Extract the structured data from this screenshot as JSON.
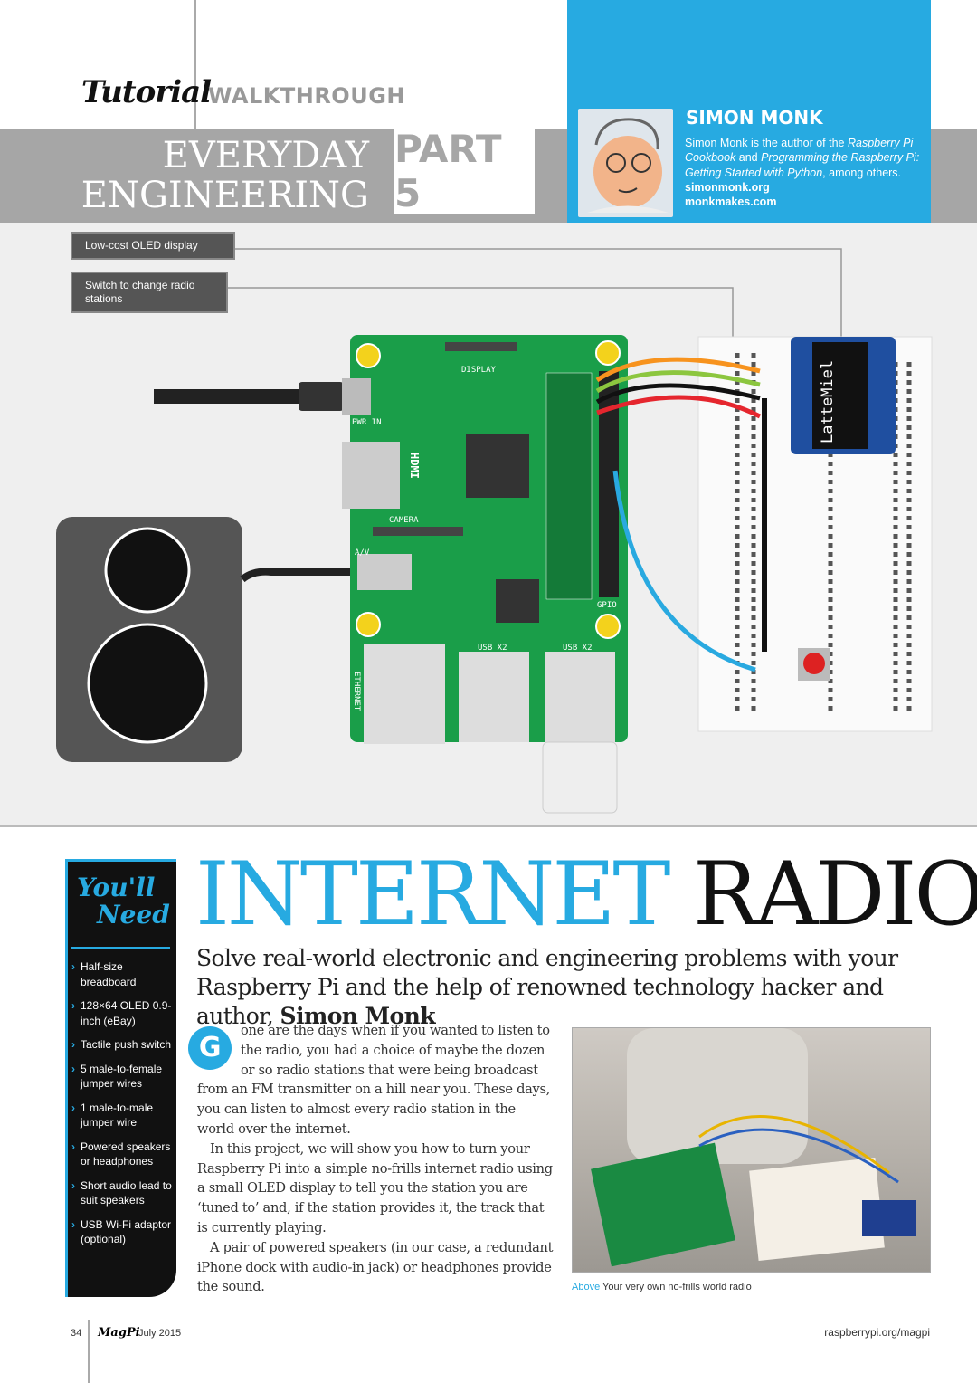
{
  "header": {
    "section": "Tutorial",
    "kind": "WALKTHROUGH",
    "series_line1": "EVERYDAY",
    "series_line2": "ENGINEERING",
    "part": "PART 5"
  },
  "author": {
    "name": "SIMON MONK",
    "bio_1": "Simon Monk is the author of the ",
    "book1": "Raspberry Pi Cookbook",
    "bio_2": " and ",
    "book2": "Programming the Raspberry Pi: Getting Started with Python",
    "bio_3": ", among others.",
    "link1": "simonmonk.org",
    "link2": "monkmakes.com"
  },
  "diagram": {
    "label_oled": "Low-cost OLED display",
    "label_switch": "Switch to change radio stations",
    "board_display": "DISPLAY",
    "board_camera": "CAMERA",
    "board_pwr": "PWR IN",
    "board_av": "A/V",
    "board_gpio": "GPIO",
    "board_usb1": "USB X2",
    "board_usb2": "USB X2",
    "board_ethernet": "ETHERNET",
    "board_hdmi": "HDMI",
    "oled_text": "LatteMiel",
    "colors": {
      "board": "#1a9e49",
      "wire_orange": "#f7931e",
      "wire_green": "#8cc63f",
      "wire_black": "#111111",
      "wire_red": "#e5262e",
      "wire_blue": "#29a9e0"
    }
  },
  "sidebar": {
    "title_1": "You'll",
    "title_2": "Need",
    "items": [
      "Half-size breadboard",
      "128×64 OLED 0.9-inch (eBay)",
      "Tactile push switch",
      "5 male-to-female jumper wires",
      "1 male-to-male jumper wire",
      "Powered speakers or headphones",
      "Short audio lead to suit speakers",
      "USB Wi-Fi adaptor (optional)"
    ]
  },
  "article": {
    "title_blue": "INTERNET",
    "title_black": " RADIO",
    "standfirst": "Solve real-world electronic and engineering problems with your Raspberry Pi and the help of renowned technology hacker and author, ",
    "standfirst_bold": "Simon Monk",
    "dropcap": "G",
    "p1": "one are the days when if you wanted to listen to the radio, you had a choice of maybe the dozen or so radio stations that were being broadcast from an FM transmitter on a hill near you. These days, you can listen to almost every radio station in the world over the internet.",
    "p2": "In this project, we will show you how to turn your Raspberry Pi into a simple no-frills internet radio using a small OLED display to tell you the station you are ‘tuned to’ and, if the station provides it, the track that is currently playing.",
    "p3": "A pair of powered speakers (in our case, a redundant iPhone dock with audio-in jack) or headphones provide the sound."
  },
  "photo": {
    "caption_label": "Above",
    "caption": " Your very own no-frills world radio"
  },
  "footer": {
    "page": "34",
    "magazine": "MagPi",
    "date": "July 2015",
    "url": "raspberrypi.org/magpi"
  },
  "accent": "#27aae1"
}
